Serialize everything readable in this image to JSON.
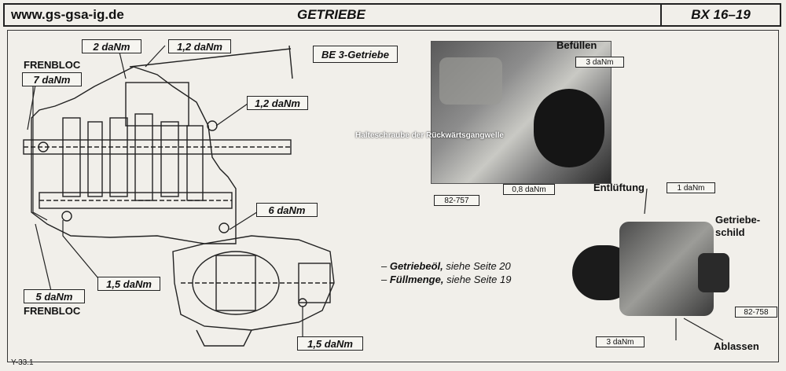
{
  "header": {
    "site": "www.gs-gsa-ig.de",
    "title": "GETRIEBE",
    "model": "BX 16–19"
  },
  "drawing": {
    "box_label": "BE 3-Getriebe",
    "torques": {
      "t_2": "2 daNm",
      "t_12_top": "1,2 daNm",
      "t_7": "7 daNm",
      "t_12_right": "1,2 daNm",
      "t_6": "6 daNm",
      "t_15_left": "1,5 daNm",
      "t_5": "5 daNm",
      "t_15_bottom": "1,5 daNm"
    },
    "frenbloc_top": "FRENBLOC",
    "frenbloc_bottom": "FRENBLOC",
    "figure_ref": "Y-33.1"
  },
  "photo1": {
    "befuellen": "Befüllen",
    "torque_fill": "3 daNm",
    "halteschraube": "Halteschraube der Rückwärtsgangwelle",
    "torque_bolt": "0,8 daNm",
    "ref": "82-757"
  },
  "photo2": {
    "entlueftung": "Entlüftung",
    "torque_vent": "1 daNm",
    "getriebeschild_1": "Getriebe-",
    "getriebeschild_2": "schild",
    "torque_drain": "3 daNm",
    "ablassen": "Ablassen",
    "ref": "82-758"
  },
  "notes": [
    {
      "bold": "Getriebeöl,",
      "rest": " siehe Seite 20"
    },
    {
      "bold": "Füllmenge,",
      "rest": " siehe Seite 19"
    }
  ]
}
